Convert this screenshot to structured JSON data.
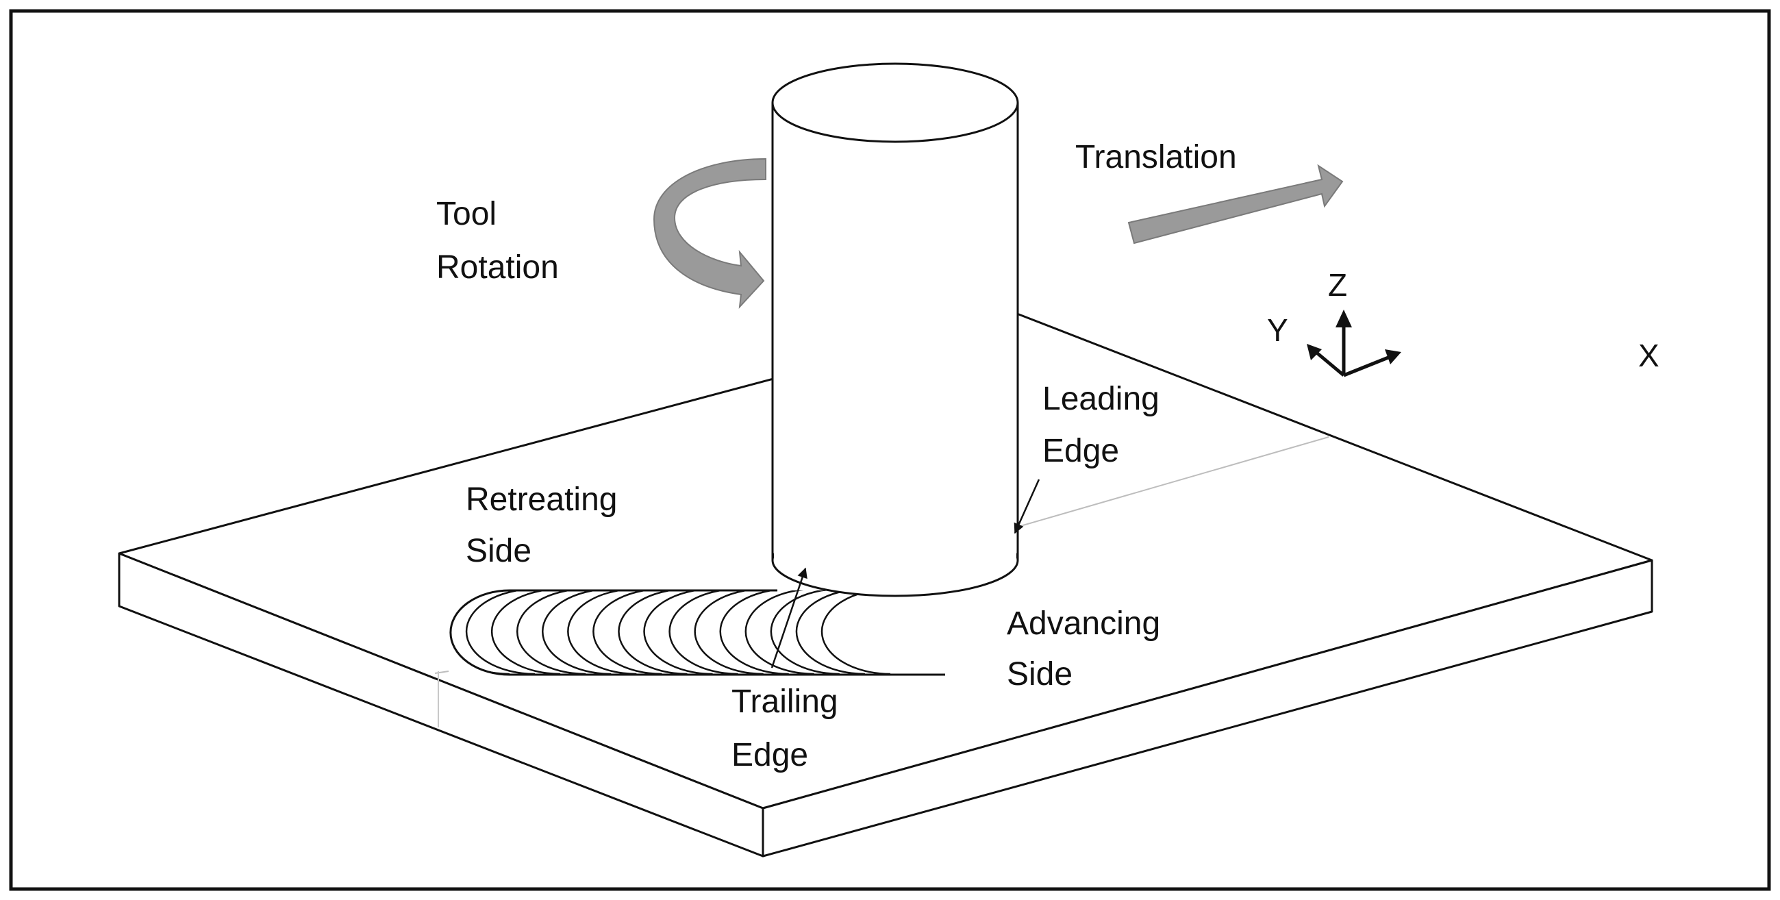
{
  "labels": {
    "tool_rotation": [
      "Tool",
      "Rotation"
    ],
    "translation": "Translation",
    "leading_edge": [
      "Leading",
      "Edge"
    ],
    "retreating_side": [
      "Retreating",
      "Side"
    ],
    "advancing_side": [
      "Advancing",
      "Side"
    ],
    "trailing_edge": [
      "Trailing",
      "Edge"
    ]
  },
  "axes": {
    "x": "X",
    "y": "Y",
    "z": "Z"
  },
  "colors": {
    "line": "#111111",
    "arrow_fill": "#9a9a9a",
    "arrow_stroke": "#7a7a7a",
    "background": "#ffffff",
    "weld_line": "#bdbdbd"
  }
}
